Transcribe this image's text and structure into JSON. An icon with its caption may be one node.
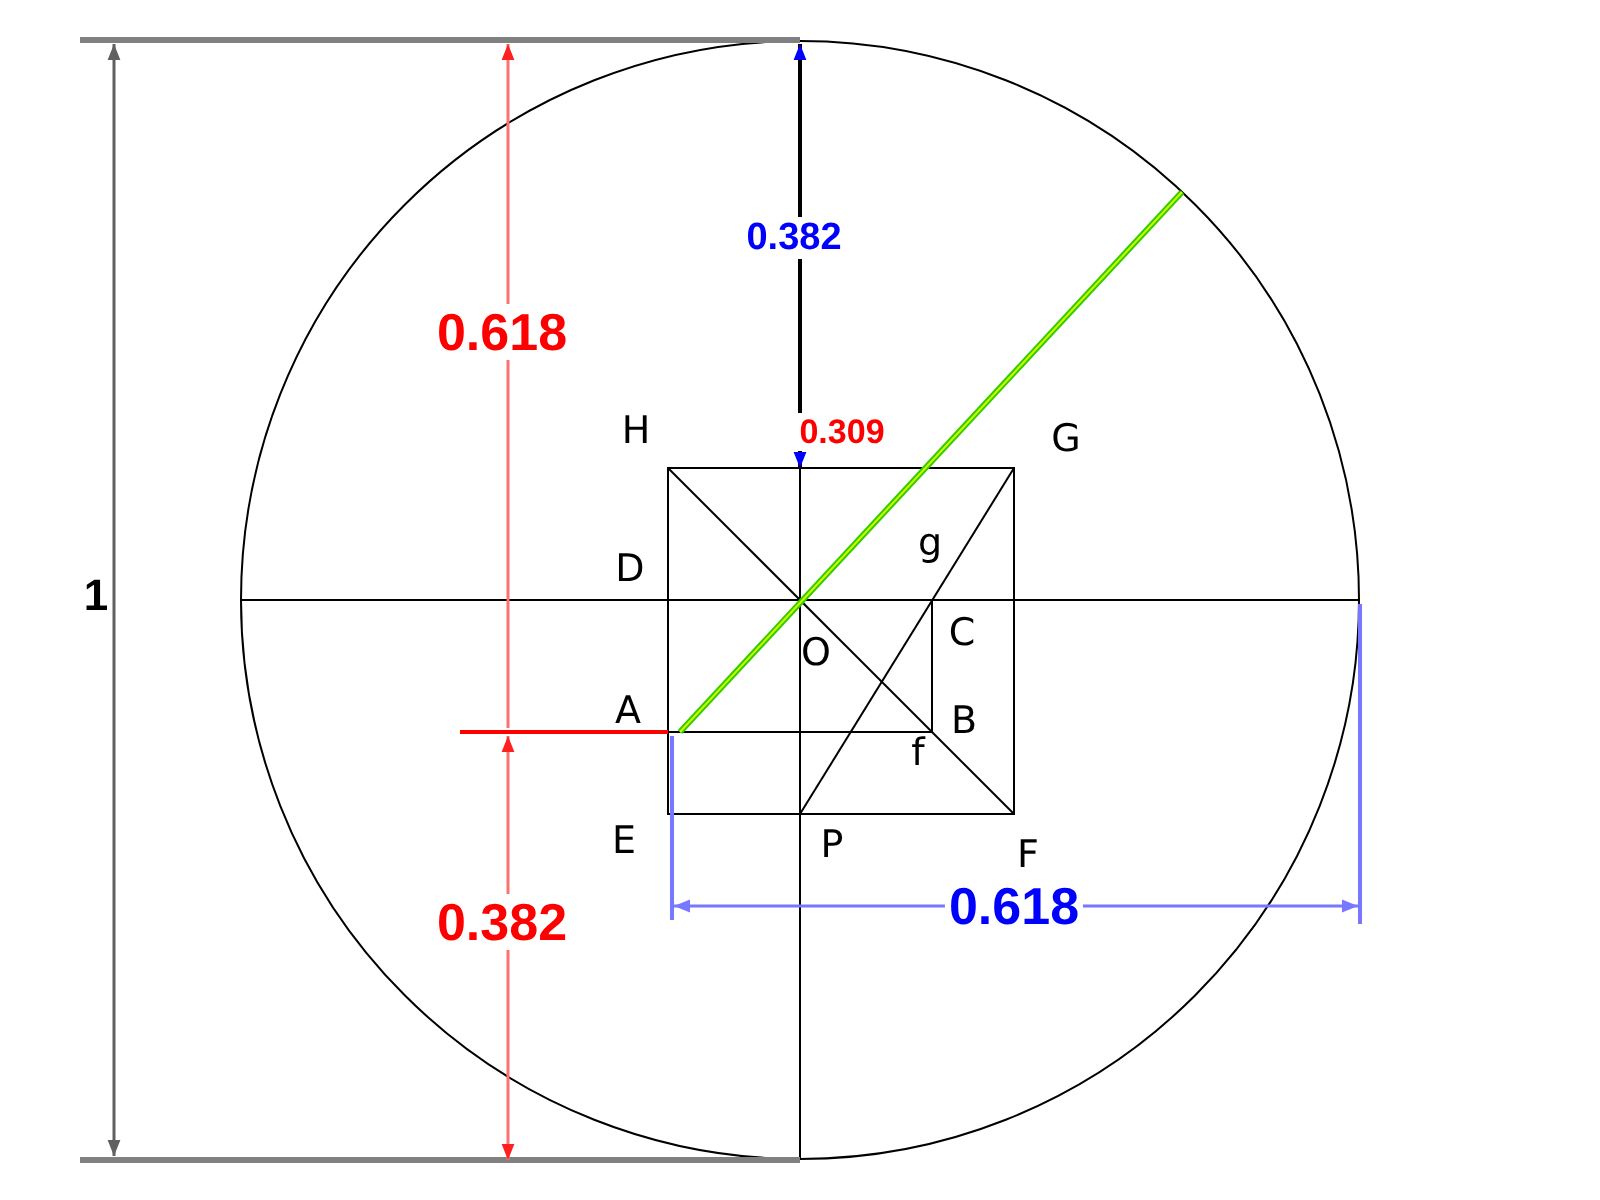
{
  "diagram": {
    "labels": [
      "0.382",
      "0.618",
      "H",
      "0.309",
      "G",
      "g",
      "D",
      "1",
      "O",
      "C",
      "A",
      "B",
      "f",
      "E",
      "P",
      "F",
      "0.618",
      "0.382"
    ]
  }
}
